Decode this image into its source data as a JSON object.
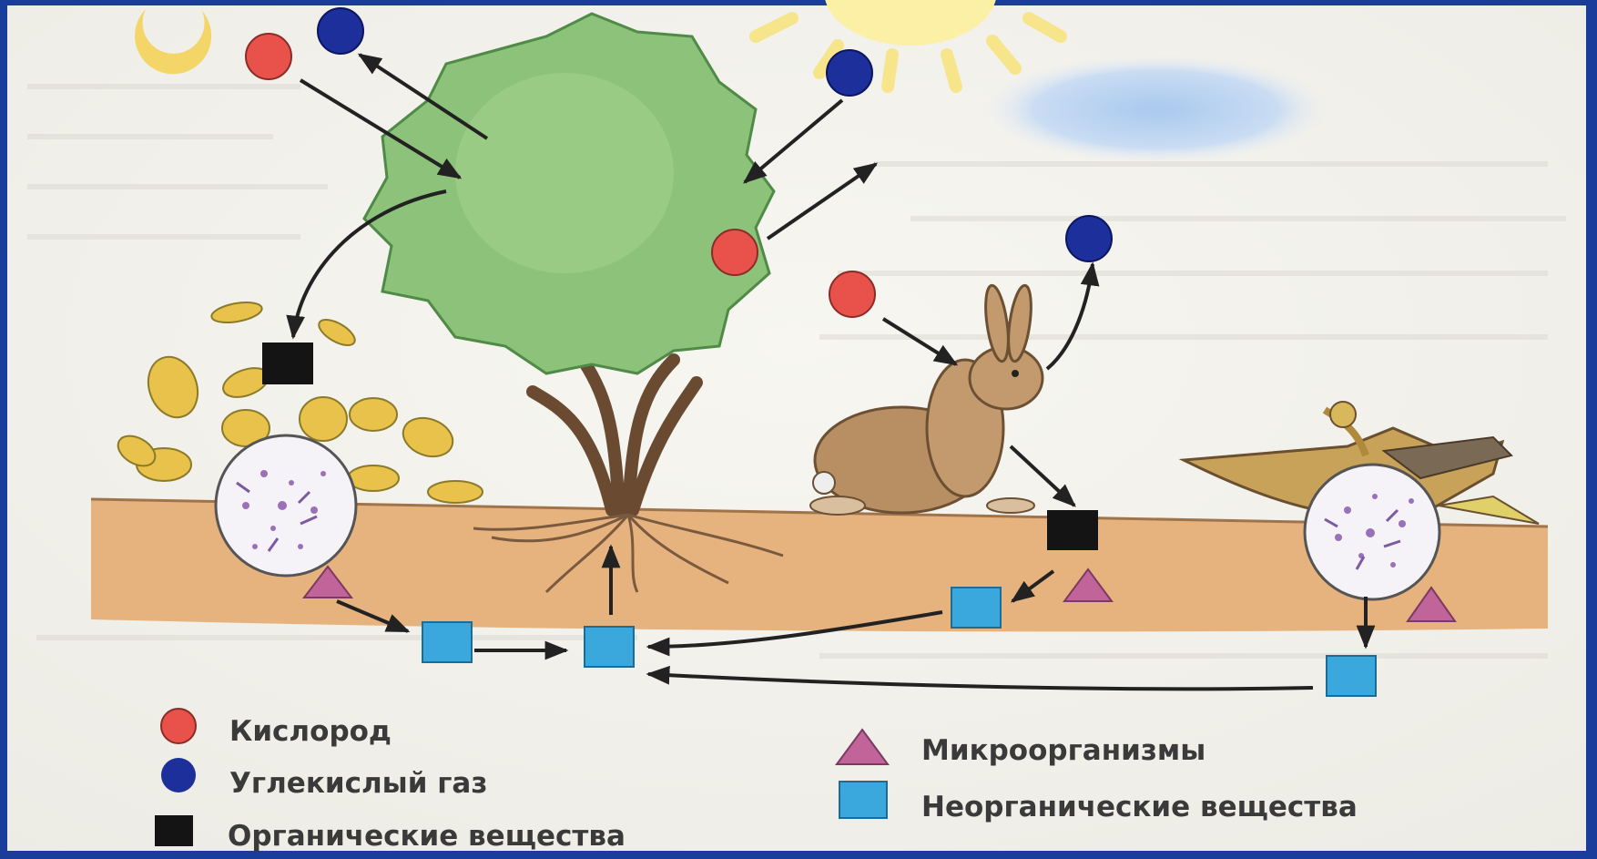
{
  "legend": {
    "oxygen": {
      "label": "Кислород",
      "color": "#e8524a"
    },
    "co2": {
      "label": "Углекислый газ",
      "color": "#1c2f9a"
    },
    "organic": {
      "label": "Органические вещества",
      "color": "#141414"
    },
    "microorganisms": {
      "label": "Микроорганизмы",
      "color": "#c0649a"
    },
    "inorganic": {
      "label": "Неорганические вещества",
      "color": "#3aa8dc"
    }
  },
  "colors": {
    "frame": "#1a3c9a",
    "paper": "#f4f3ee",
    "soil": "#e6b37f",
    "tree_crown": "#8cc27a",
    "arrow": "#222222"
  },
  "icons": [
    "moon-icon",
    "sun-icon",
    "cloud-icon",
    "tree",
    "hare",
    "dead-bird",
    "fallen-leaves",
    "microbe-circle"
  ]
}
